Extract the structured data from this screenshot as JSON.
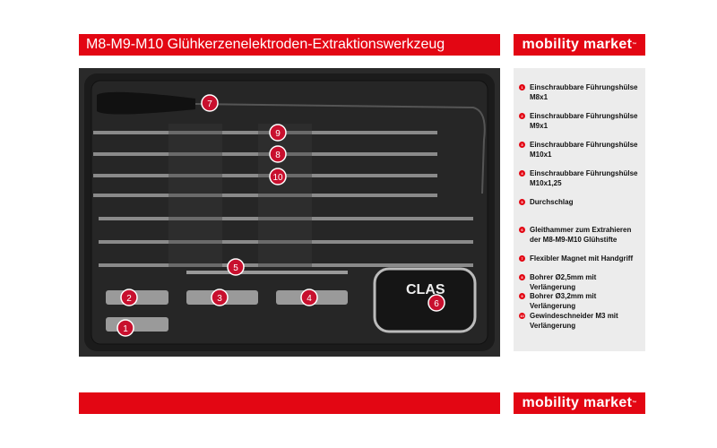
{
  "title": "M8-M9-M10 Glühkerzenelektroden-Extraktionswerkzeug",
  "logo": "mobility market",
  "logo_tm": "™",
  "photo_labels": [
    "1",
    "2",
    "3",
    "4",
    "5",
    "6",
    "7",
    "8",
    "9",
    "10"
  ],
  "photo_brand": "CLAS",
  "items": [
    {
      "n": "1",
      "text": "Einschraubbare Führungshülse M8x1"
    },
    {
      "n": "2",
      "text": "Einschraubbare Führungshülse M9x1"
    },
    {
      "n": "3",
      "text": "Einschraubbare Führungshülse M10x1"
    },
    {
      "n": "4",
      "text": "Einschraubbare Führungshülse M10x1,25"
    },
    {
      "n": "5",
      "text": "Durchschlag"
    },
    {
      "n": "6",
      "text": "Gleithammer zum Extrahieren der M8-M9-M10 Glühstifte"
    },
    {
      "n": "7",
      "text": "Flexibler Magnet mit Handgriff"
    },
    {
      "n": "8",
      "text": "Bohrer Ø2,5mm mit Verlängerung"
    },
    {
      "n": "9",
      "text": "Bohrer Ø3,2mm mit Verlängerung"
    },
    {
      "n": "10",
      "text": "Gewindeschneider M3 mit Verlängerung"
    }
  ],
  "colors": {
    "brand_red": "#e30613",
    "panel": "#ececec"
  }
}
